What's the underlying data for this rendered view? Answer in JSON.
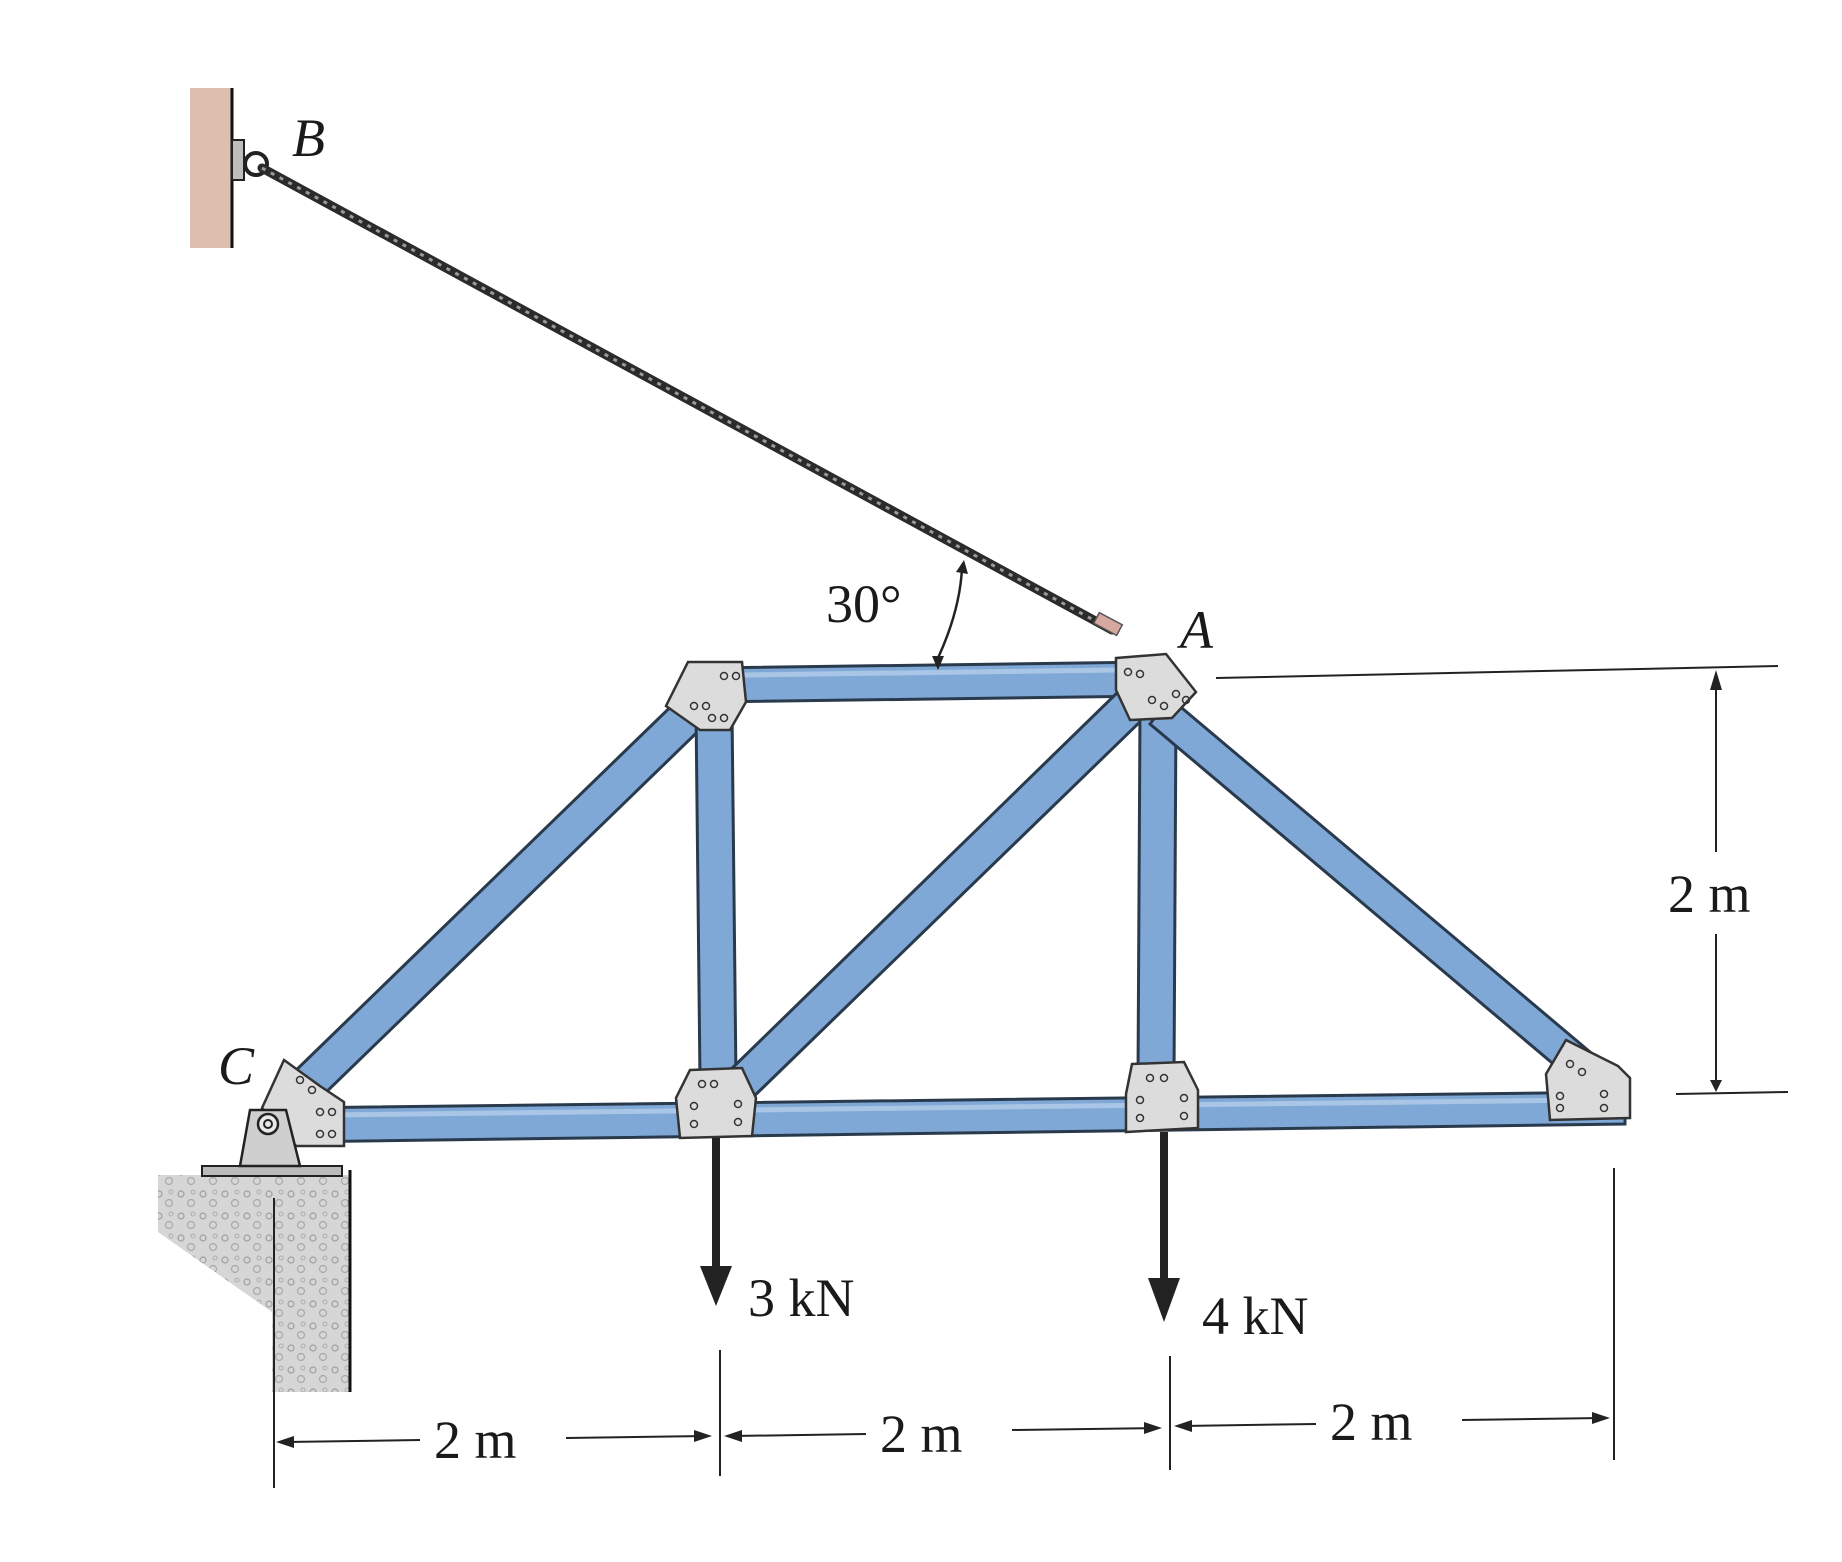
{
  "labels": {
    "point_b": "B",
    "point_a": "A",
    "point_c": "C",
    "angle": "30°",
    "height": "2 m",
    "load_1": "3 kN",
    "load_2": "4 kN",
    "span_1": "2 m",
    "span_2": "2 m",
    "span_3": "2 m"
  },
  "colors": {
    "member_fill": "#7fa8d6",
    "member_edge": "#2a3a4d",
    "gusset": "#dcdcdc",
    "cable": "#3b3b3b",
    "arrow": "#222222",
    "ground": "#c8c8c8",
    "wall": "#d6b8a8"
  }
}
